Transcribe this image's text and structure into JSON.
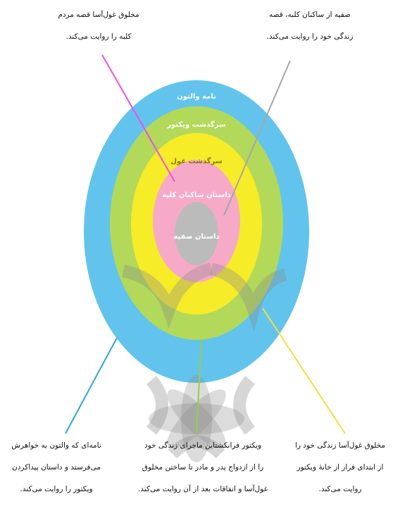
{
  "rings": [
    {
      "label": "نامه والتون",
      "color": "#62c4ec"
    },
    {
      "label": "سرگذشت ویکتور",
      "color": "#b2d95a"
    },
    {
      "label": "سرگذشت غول",
      "color": "#f6ec28"
    },
    {
      "label": "داستان ساکنان کلبه",
      "color": "#f7aac7"
    },
    {
      "label": "داستان صفیه",
      "color": "#bbbbbb"
    }
  ],
  "leader_colors": {
    "top_left": "#f04ee8",
    "top_right": "#a6a6a6",
    "bottom_left": "#2aa7d6",
    "bottom_middle": "#9ccc4a",
    "bottom_right": "#f3e03a"
  },
  "notes": {
    "top_left": {
      "lines": [
        "مخلوق غول‌آسا قصه مردم",
        "کلبه را روایت می‌کند."
      ]
    },
    "top_right": {
      "lines": [
        "صفیه از ساکنان کلبه، قصه",
        "زندگی خود را روایت می‌کند."
      ]
    },
    "bottom_left": {
      "lines": [
        "نامه‌ای که والتون به خواهرش",
        "می‌فرستد و داستان پیداکردن",
        "ویکتور را روایت می‌کند."
      ]
    },
    "bottom_middle": {
      "lines": [
        "ویکتور فرانکشتاین ماجرای زندگی خود",
        "را از ازدواج پدر و مادر تا ساختن مخلوق",
        "غول‌آسا و اتفاقات بعد از آن روایت می‌کند."
      ]
    },
    "bottom_right": {
      "lines": [
        "مخلوق غول‌آسا زندگی خود را",
        "از ابتدای فرار از خانهٔ ویکتور",
        "روایت می‌کند."
      ]
    }
  }
}
